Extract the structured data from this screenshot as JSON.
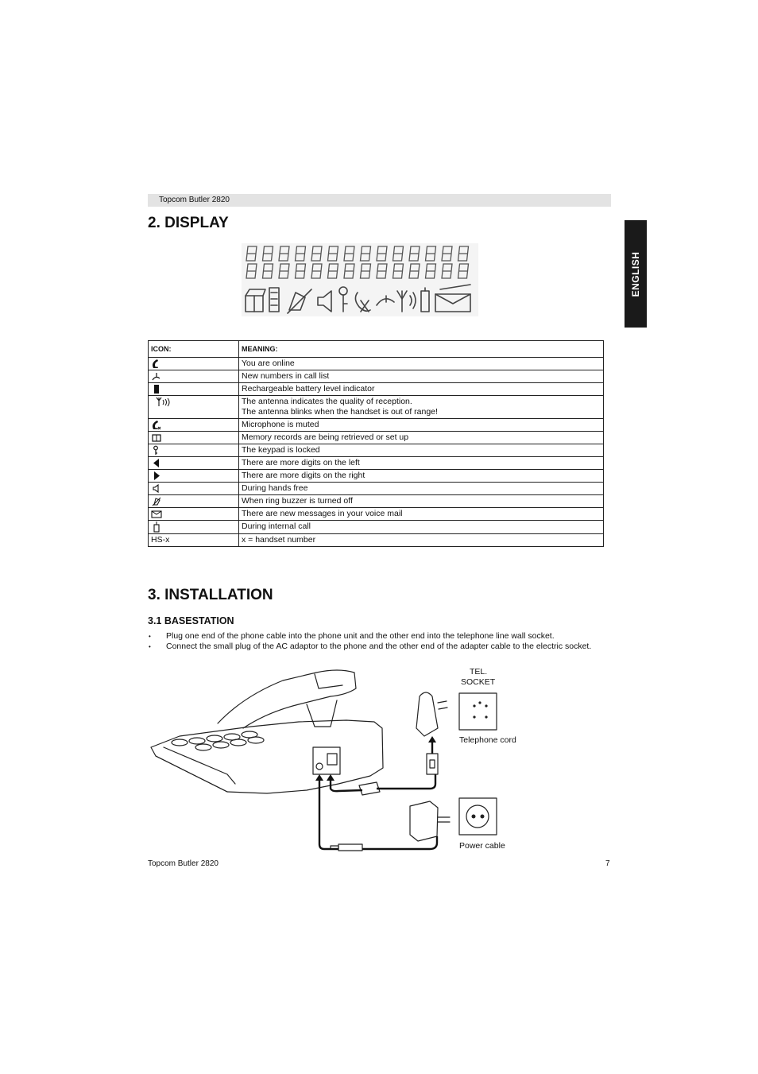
{
  "header": {
    "title": "Topcom Butler 2820"
  },
  "side_tab": {
    "label": "ENGLISH"
  },
  "section_display": {
    "heading": "2. DISPLAY"
  },
  "icon_table": {
    "header_icon": "ICON:",
    "header_meaning": "MEANING:",
    "rows": [
      {
        "icon": "handset-online-icon",
        "meaning": "You are online"
      },
      {
        "icon": "new-call-icon",
        "meaning": "New numbers in call list"
      },
      {
        "icon": "battery-icon",
        "meaning": "Rechargeable battery level indicator"
      },
      {
        "icon": "antenna-icon",
        "meaning": "The antenna indicates the quality of reception.",
        "meaning2": "The antenna blinks when the handset is out of range!"
      },
      {
        "icon": "mic-muted-icon",
        "meaning": "Microphone is muted"
      },
      {
        "icon": "memory-book-icon",
        "meaning": "Memory records are being retrieved or set up"
      },
      {
        "icon": "key-lock-icon",
        "meaning": "The keypad is locked"
      },
      {
        "icon": "arrow-left-icon",
        "meaning": "There are more digits on the left"
      },
      {
        "icon": "arrow-right-icon",
        "meaning": "There are more digits on the right"
      },
      {
        "icon": "speaker-icon",
        "meaning": "During hands free"
      },
      {
        "icon": "ringer-off-icon",
        "meaning": "When ring buzzer is turned off"
      },
      {
        "icon": "envelope-icon",
        "meaning": "There are new messages in your voice mail"
      },
      {
        "icon": "internal-call-icon",
        "meaning": "During internal call"
      },
      {
        "icon_text": "HS-x",
        "meaning": "x = handset number"
      }
    ]
  },
  "section_installation": {
    "heading": "3. INSTALLATION"
  },
  "subsection_basestation": {
    "heading": "3.1 BASESTATION",
    "bullets": [
      "Plug one end of the phone cable into the phone unit and the other end into the telephone line wall socket.",
      "Connect the small plug of the AC adaptor to the phone and the other end of the adapter cable to the electric socket."
    ]
  },
  "diagram": {
    "tel_socket_label_1": "TEL.",
    "tel_socket_label_2": "SOCKET",
    "telephone_cord_label": "Telephone cord",
    "power_cable_label": "Power cable"
  },
  "footer": {
    "left": "Topcom Butler 2820",
    "page_number": "7"
  }
}
